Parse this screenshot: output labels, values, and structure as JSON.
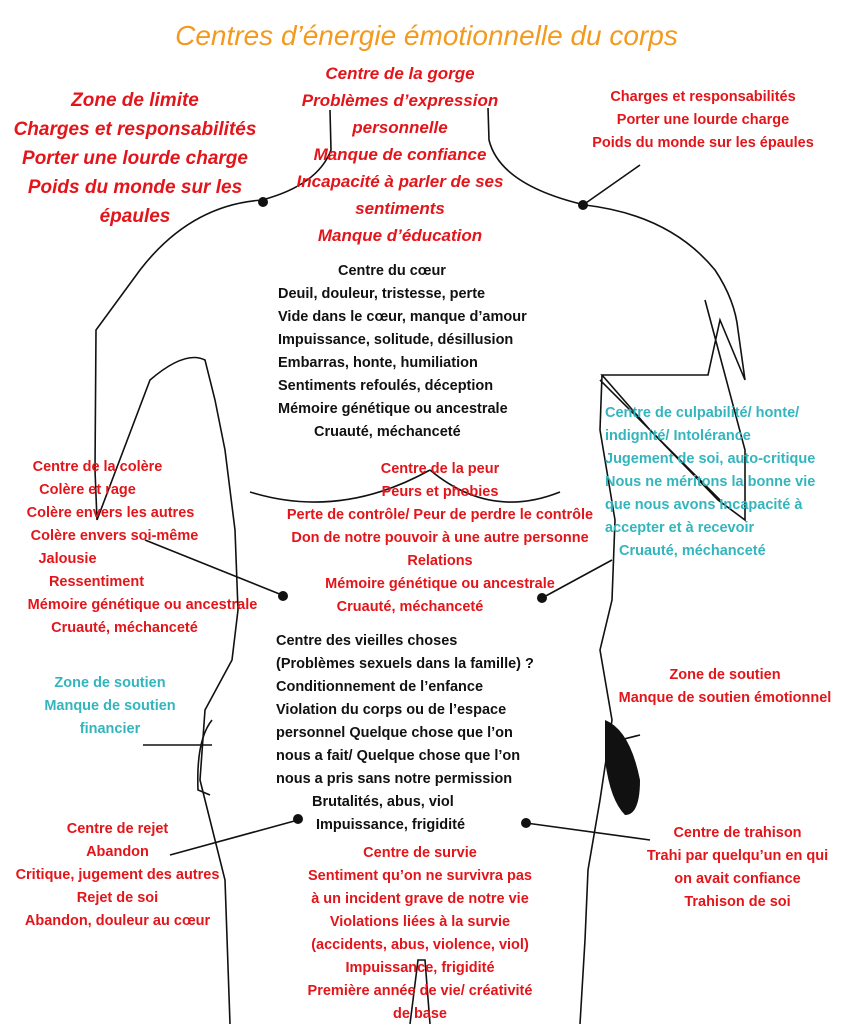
{
  "title": "Centres d’énergie émotionnelle du corps",
  "throat": {
    "lines": [
      "Centre de la gorge",
      "Problèmes d’expression",
      "personnelle",
      "Manque de confiance",
      "Incapacité à parler de ses",
      "sentiments",
      "Manque d’éducation"
    ]
  },
  "left_shoulder": {
    "lines": [
      "Zone de limite",
      "Charges et responsabilités",
      "Porter une lourde charge",
      "Poids du monde sur les",
      "épaules"
    ]
  },
  "right_shoulder": {
    "lines": [
      "Charges et responsabilités",
      "Porter une lourde charge",
      "Poids du monde sur les épaules"
    ]
  },
  "heart": {
    "lines": [
      "Centre du cœur",
      "Deuil, douleur, tristesse, perte",
      "Vide dans le cœur, manque d’amour",
      "Impuissance, solitude, désillusion",
      "Embarras, honte, humiliation",
      "Sentiments refoulés, déception",
      "Mémoire génétique ou ancestrale",
      "Cruauté, méchanceté"
    ]
  },
  "guilt": {
    "lines": [
      "Centre de culpabilité/ honte/",
      "indignité/ Intolérance",
      "Jugement de soi, auto-critique",
      "Nous ne méritons la bonne vie",
      "que nous avons Incapacité à",
      "accepter et à recevoir",
      "Cruauté, méchanceté"
    ]
  },
  "anger": {
    "lines": [
      "Centre de la colère",
      "Colère et rage",
      "Colère envers les autres",
      "Colère envers soi-même",
      "Jalousie",
      "Ressentiment",
      "Mémoire génétique ou ancestrale",
      "Cruauté, méchanceté"
    ]
  },
  "fear": {
    "lines": [
      "Centre de la peur",
      "Peurs et phobies",
      "Perte de contrôle/ Peur de perdre le contrôle",
      "Don de notre pouvoir à une autre personne",
      "Relations",
      "Mémoire génétique ou ancestrale",
      "Cruauté, méchanceté"
    ]
  },
  "old_things": {
    "lines": [
      "Centre des vieilles choses",
      "(Problèmes sexuels dans la famille) ?",
      "Conditionnement de l’enfance",
      "Violation du corps ou de l’espace",
      "personnel Quelque chose que l’on",
      "nous a fait/ Quelque chose que l’on",
      "nous a pris sans notre permission",
      "Brutalités, abus, viol",
      "Impuissance, frigidité"
    ]
  },
  "support_left": {
    "lines": [
      "Zone de soutien",
      "Manque de soutien",
      "financier"
    ]
  },
  "support_right": {
    "lines": [
      "Zone de soutien",
      "Manque de soutien émotionnel"
    ]
  },
  "rejection": {
    "lines": [
      "Centre de rejet",
      "Abandon",
      "Critique, jugement des autres",
      "Rejet de soi",
      "Abandon, douleur au cœur"
    ]
  },
  "survival": {
    "lines": [
      "Centre de survie",
      "Sentiment qu’on ne survivra pas",
      "à un incident grave de notre vie",
      "Violations liées à la survie",
      "(accidents, abus, violence, viol)",
      "Impuissance, frigidité",
      "Première année de vie/ créativité",
      "de base"
    ]
  },
  "betrayal": {
    "lines": [
      "Centre de trahison",
      "Trahi par quelqu’un en qui",
      "on avait confiance",
      "Trahison de soi"
    ]
  },
  "colors": {
    "title": "#f39a1e",
    "red": "#e3151a",
    "cyan": "#33b5bd",
    "black": "#111111"
  }
}
